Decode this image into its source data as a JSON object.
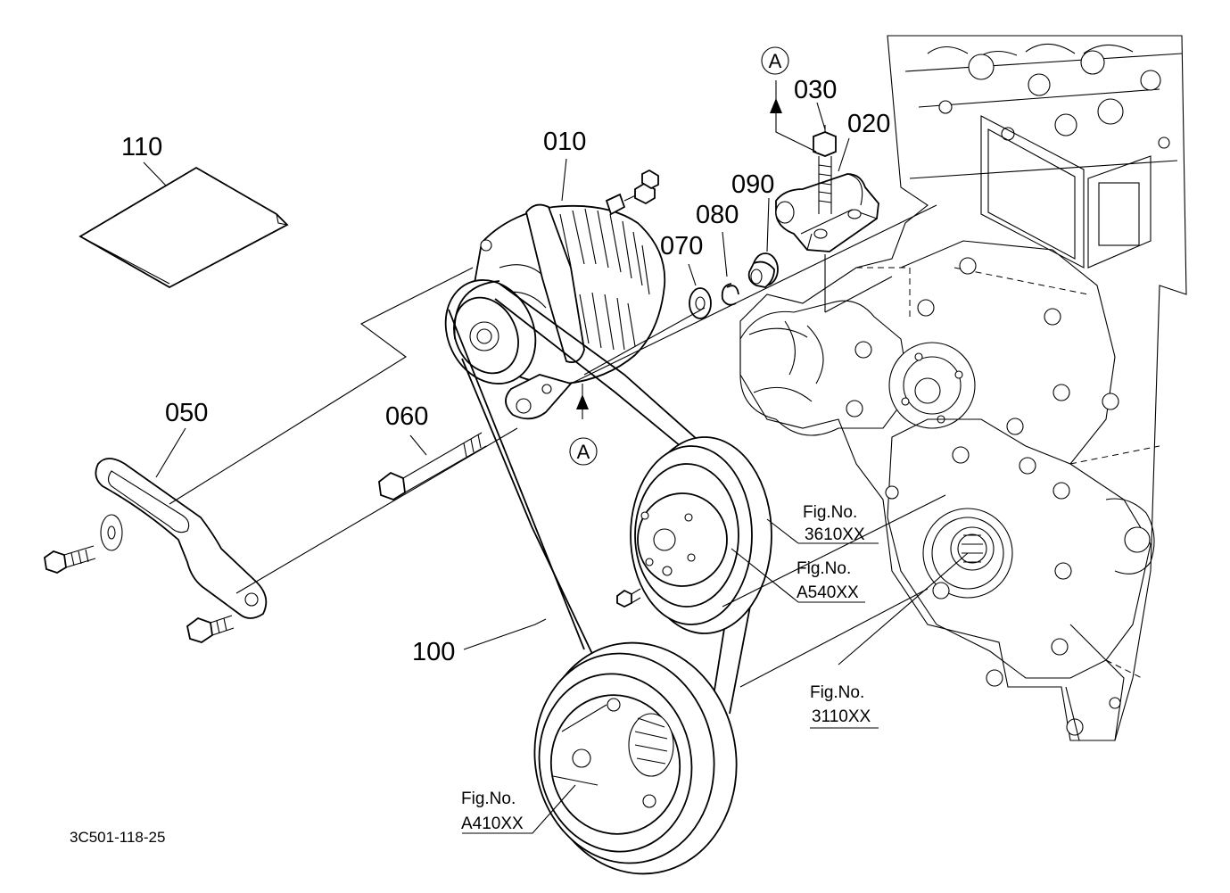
{
  "diagram_code": "3C501-118-25",
  "parts": {
    "p010": "010",
    "p020": "020",
    "p030": "030",
    "p050": "050",
    "p060": "060",
    "p070": "070",
    "p080": "080",
    "p090": "090",
    "p100": "100",
    "p110": "110"
  },
  "fig_refs": {
    "fig_prefix": "Fig.No.",
    "ref_3610": "3610XX",
    "ref_A540": "A540XX",
    "ref_3110": "3110XX",
    "ref_A410": "A410XX"
  },
  "markers": {
    "top": "A",
    "bottom": "A"
  }
}
